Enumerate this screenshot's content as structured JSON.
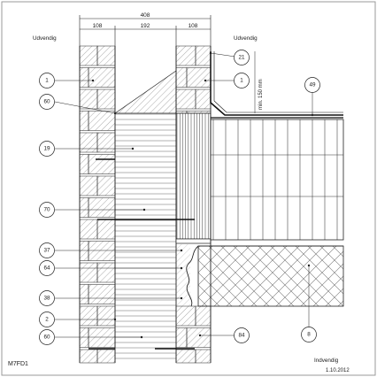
{
  "dimensions": {
    "total": "408",
    "outer_leaf": "108",
    "cavity": "192",
    "inner_leaf": "108"
  },
  "side_labels": {
    "upper_left": "Udvendig",
    "upper_right": "Udvendig",
    "lower_right": "Indvendig"
  },
  "annotation": "min. 150 mm",
  "left_callouts": [
    "1",
    "60",
    "19",
    "70",
    "37",
    "64",
    "38",
    "2",
    "60"
  ],
  "right_callouts": [
    "21",
    "1",
    "49",
    "84",
    "8"
  ],
  "footer": {
    "drawing_code": "M7FD1",
    "date": "1.10.2012"
  }
}
